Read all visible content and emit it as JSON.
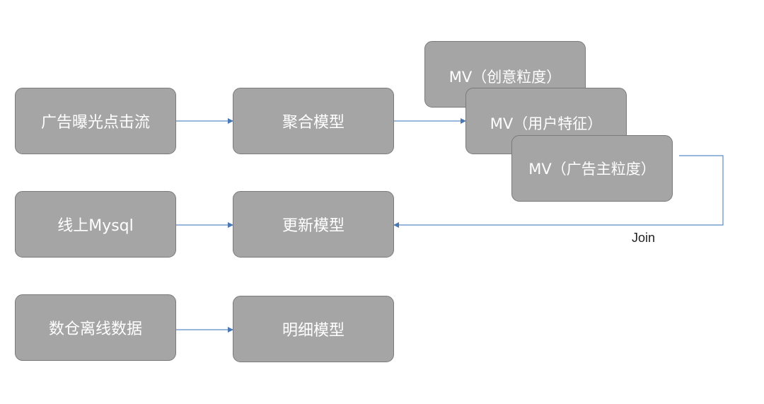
{
  "colors": {
    "node_fill": "#a5a5a5",
    "node_border": "#7a7a7a",
    "node_text": "#ffffff",
    "edge": "#5b8cc6"
  },
  "nodes": {
    "ad_stream": "广告曝光点击流",
    "agg_model": "聚合模型",
    "mv_creative": "MV（创意粒度）",
    "mv_user": "MV（用户特征）",
    "mv_advertiser": "MV（广告主粒度）",
    "online_mysql": "线上Mysql",
    "update_model": "更新模型",
    "dw_offline": "数仓离线数据",
    "detail_model": "明细模型"
  },
  "edges": {
    "join_label": "Join"
  }
}
